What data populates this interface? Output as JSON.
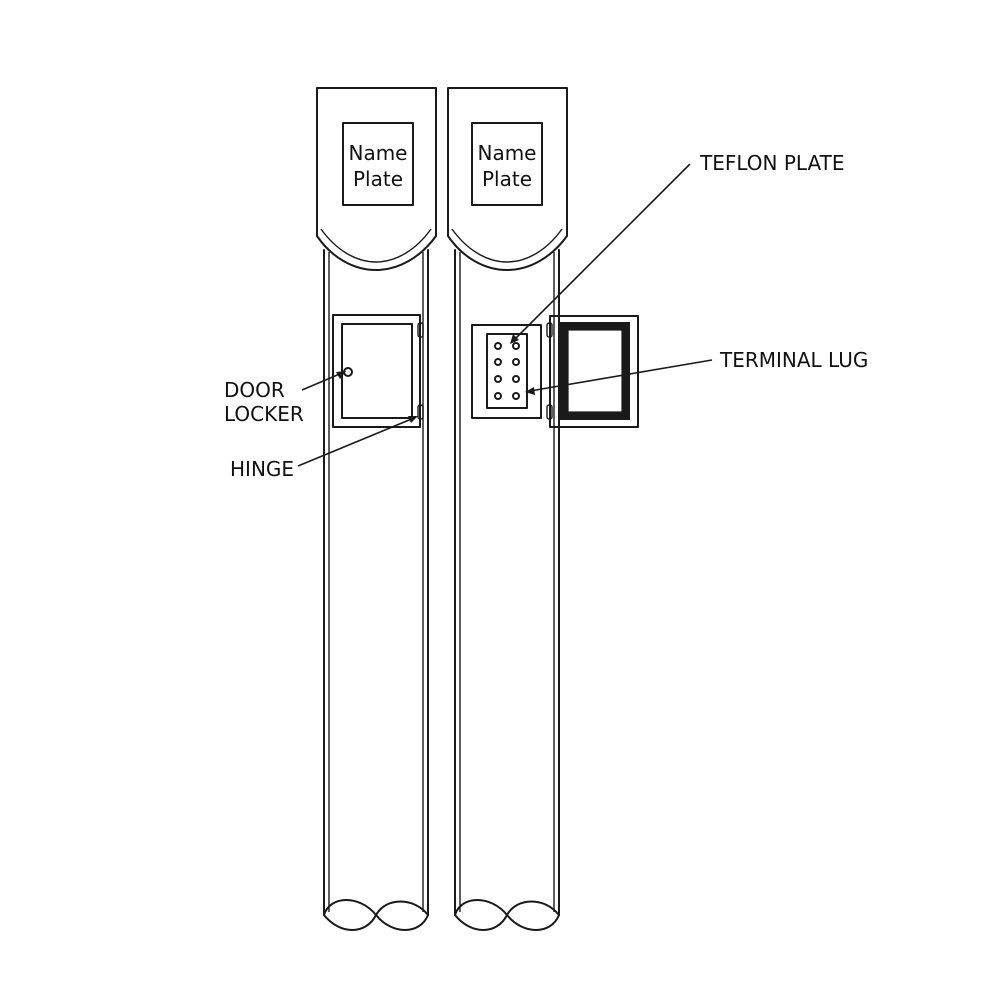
{
  "posts": [
    {
      "name_plate": {
        "line1": "Name",
        "line2": "Plate"
      }
    },
    {
      "name_plate": {
        "line1": "Name",
        "line2": "Plate"
      }
    }
  ],
  "labels": {
    "door_locker": {
      "line1": "DOOR",
      "line2": "LOCKER"
    },
    "hinge": "HINGE",
    "teflon_plate": "TEFLON PLATE",
    "terminal_lug": "TERMINAL LUG"
  },
  "colors": {
    "stroke": "#1a1a1a",
    "background": "#ffffff"
  }
}
